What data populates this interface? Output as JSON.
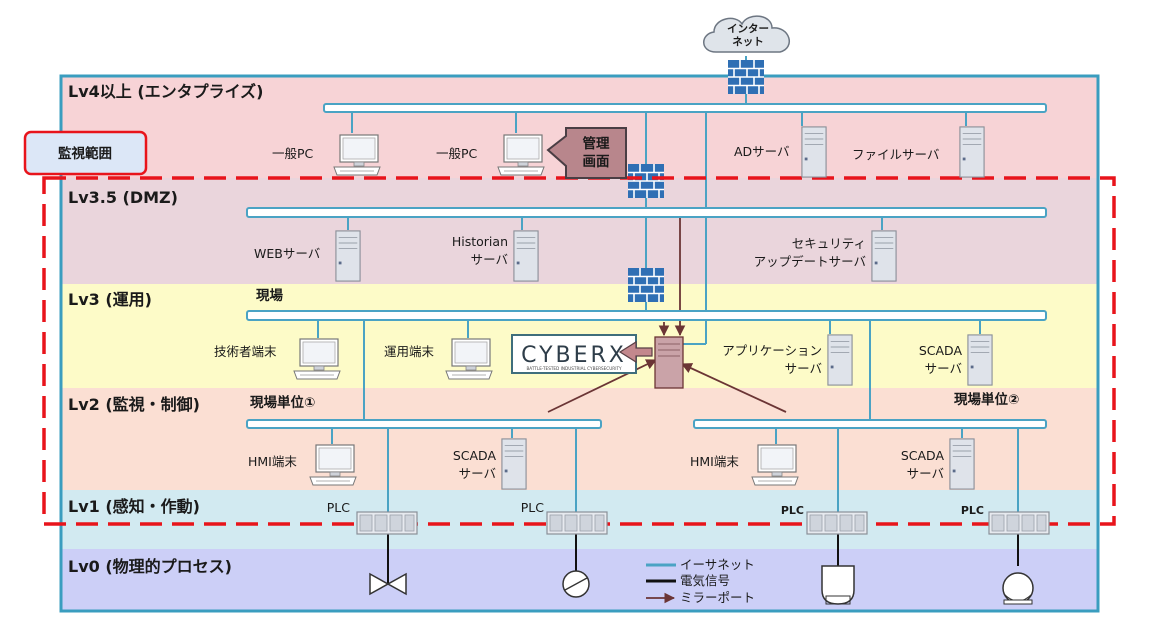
{
  "levels": {
    "lv4": "Lv4以上 (エンタプライズ)",
    "lv35": "Lv3.5 (DMZ)",
    "lv3": "Lv3 (運用)",
    "lv2": "Lv2 (監視・制御)",
    "lv1": "Lv1 (感知・作動)",
    "lv0": "Lv0 (物理的プロセス)"
  },
  "monitoring_scope": "監視範囲",
  "internet": {
    "line1": "インター",
    "line2": "ネット"
  },
  "management_screen": {
    "line1": "管理",
    "line2": "画面"
  },
  "lv4_devices": {
    "pc1": "一般PC",
    "pc2": "一般PC",
    "ad": "ADサーバ",
    "file": "ファイルサーバ"
  },
  "dmz_devices": {
    "web": "WEBサーバ",
    "historian1": "Historian",
    "historian2": "サーバ",
    "sec1": "セキュリティ",
    "sec2": "アップデートサーバ"
  },
  "lv3_devices": {
    "site": "現場",
    "eng": "技術者端末",
    "ops": "運用端末",
    "app1": "アプリケーション",
    "app2": "サーバ",
    "scada1": "SCADA",
    "scada2": "サーバ"
  },
  "cyberx": {
    "logo": "CYBERX",
    "tagline": "BATTLE-TESTED INDUSTRIAL CYBERSECURITY"
  },
  "lv2_devices": {
    "unit1": "現場単位①",
    "unit2": "現場単位②",
    "hmi1": "HMI端末",
    "scada1a": "SCADA",
    "scada1b": "サーバ",
    "hmi2": "HMI端末",
    "scada2a": "SCADA",
    "scada2b": "サーバ"
  },
  "plc": {
    "p1": "PLC",
    "p2": "PLC",
    "p3": "PLC",
    "p4": "PLC"
  },
  "legend": {
    "ethernet": "イーサネット",
    "signal": "電気信号",
    "mirror": "ミラーポート"
  },
  "colors": {
    "lv4": "#f7d3d6",
    "dmz": "#ead5dc",
    "lv3": "#fdfbc8",
    "lv2": "#fbdfd3",
    "lv1": "#d2eaf1",
    "lv0": "#cccff7",
    "ethernet": "#4aa3c4",
    "mirror": "#6b3535",
    "scope": "#e8141b"
  }
}
